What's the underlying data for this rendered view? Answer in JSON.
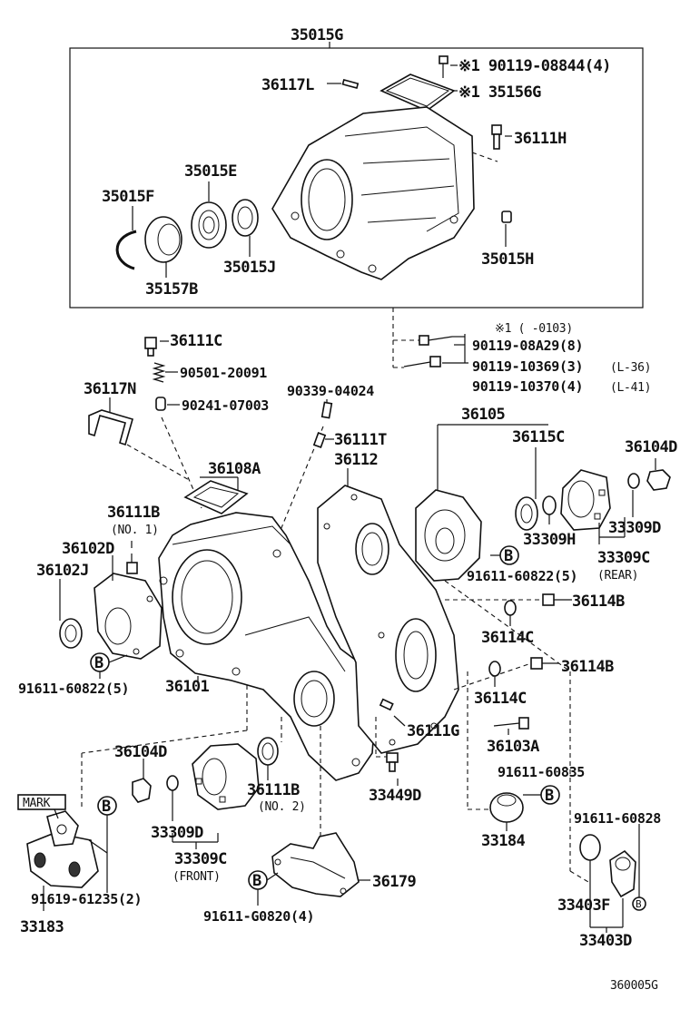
{
  "parts": {
    "p35015G": "35015G",
    "p36117L": "36117L",
    "p90119_08844": "※1 90119-08844(4)",
    "p35156G": "※1 35156G",
    "p36111H": "36111H",
    "p35015E": "35015E",
    "p35015F": "35015F",
    "p35015J": "35015J",
    "p35157B": "35157B",
    "p35015H": "35015H",
    "p36111C": "36111C",
    "note_0103": "※1 (      -0103)",
    "p90119_08A29": "90119-08A29(8)",
    "p90501_20091": "90501-20091",
    "p90119_10369": "90119-10369(3)",
    "p90119_10369_note": "(L-36)",
    "p36117N": "36117N",
    "p90241_07003": "90241-07003",
    "p90119_10370": "90119-10370(4)",
    "p90119_10370_note": "(L-41)",
    "p90339_04024": "90339-04024",
    "p36105": "36105",
    "p36111T": "36111T",
    "p36115C": "36115C",
    "p36104D_top": "36104D",
    "p36108A": "36108A",
    "p36112": "36112",
    "p36111B_no1": "36111B",
    "p36111B_no1_note": "(NO. 1)",
    "p33309D_top": "33309D",
    "p33309H": "33309H",
    "p33309C_rear": "33309C",
    "p33309C_rear_note": "(REAR)",
    "p36102D": "36102D",
    "p36102J": "36102J",
    "p91611_60822_top": "91611-60822(5)",
    "p36114B_top": "36114B",
    "p36114C_top": "36114C",
    "p36114B_bottom": "36114B",
    "p91611_60822_left": "91611-60822(5)",
    "p36101": "36101",
    "p36114C_bottom": "36114C",
    "p36111G": "36111G",
    "p36103A": "36103A",
    "p36104D_bottom": "36104D",
    "p36111B_no2": "36111B",
    "p36111B_no2_note": "(NO. 2)",
    "p33449D": "33449D",
    "p91611_60835": "91611-60835",
    "mark": "MARK",
    "p33309D_bottom": "33309D",
    "p33309C_front": "33309C",
    "p33309C_front_note": "(FRONT)",
    "p33184": "33184",
    "p91611_60828": "91611-60828",
    "p36179": "36179",
    "p91619_61235": "91619-61235(2)",
    "p91611_G0820": "91611-G0820(4)",
    "p33403F": "33403F",
    "p33183": "33183",
    "p33403D": "33403D",
    "callout_b": "B"
  },
  "footer": {
    "code": "360005G"
  }
}
